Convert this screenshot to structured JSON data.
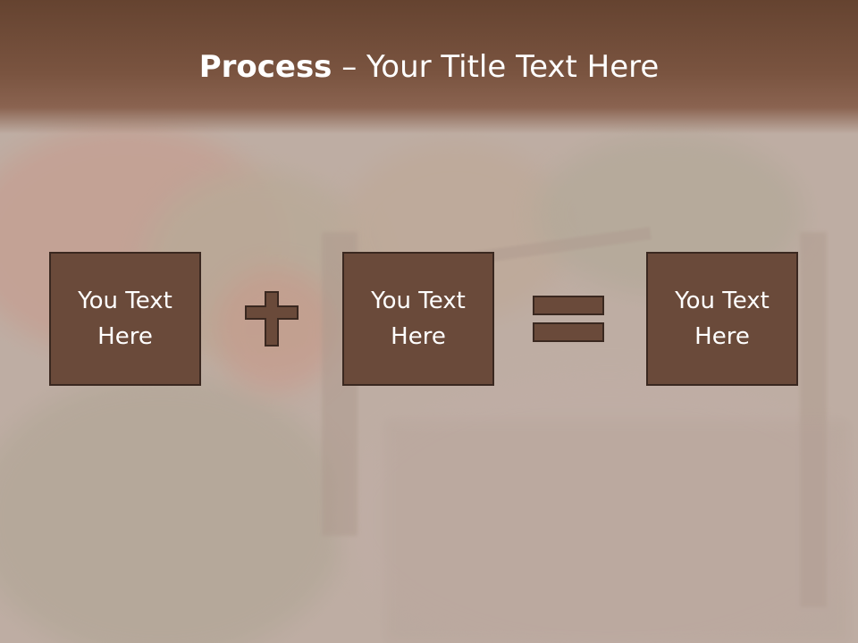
{
  "slide": {
    "title_bold": "Process",
    "title_rest": " – Your Title Text Here",
    "boxes": [
      {
        "text": "You Text\nHere"
      },
      {
        "text": "You Text\nHere"
      },
      {
        "text": "You Text\nHere"
      }
    ],
    "operators": [
      "plus",
      "equals"
    ]
  },
  "colors": {
    "header": "#7a5440",
    "box_fill": "#6a4a3a",
    "box_border": "#3a2820",
    "text": "#ffffff"
  }
}
